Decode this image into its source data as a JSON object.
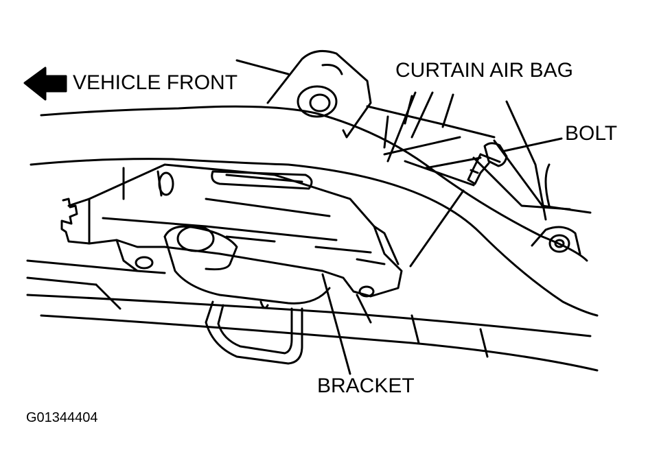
{
  "labels": {
    "vehicle_front": "VEHICLE FRONT",
    "curtain_air_bag": "CURTAIN AIR BAG",
    "bolt": "BOLT",
    "bracket": "BRACKET",
    "figure_id": "G01344404"
  },
  "colors": {
    "ink": "#000000",
    "paper": "#ffffff"
  }
}
